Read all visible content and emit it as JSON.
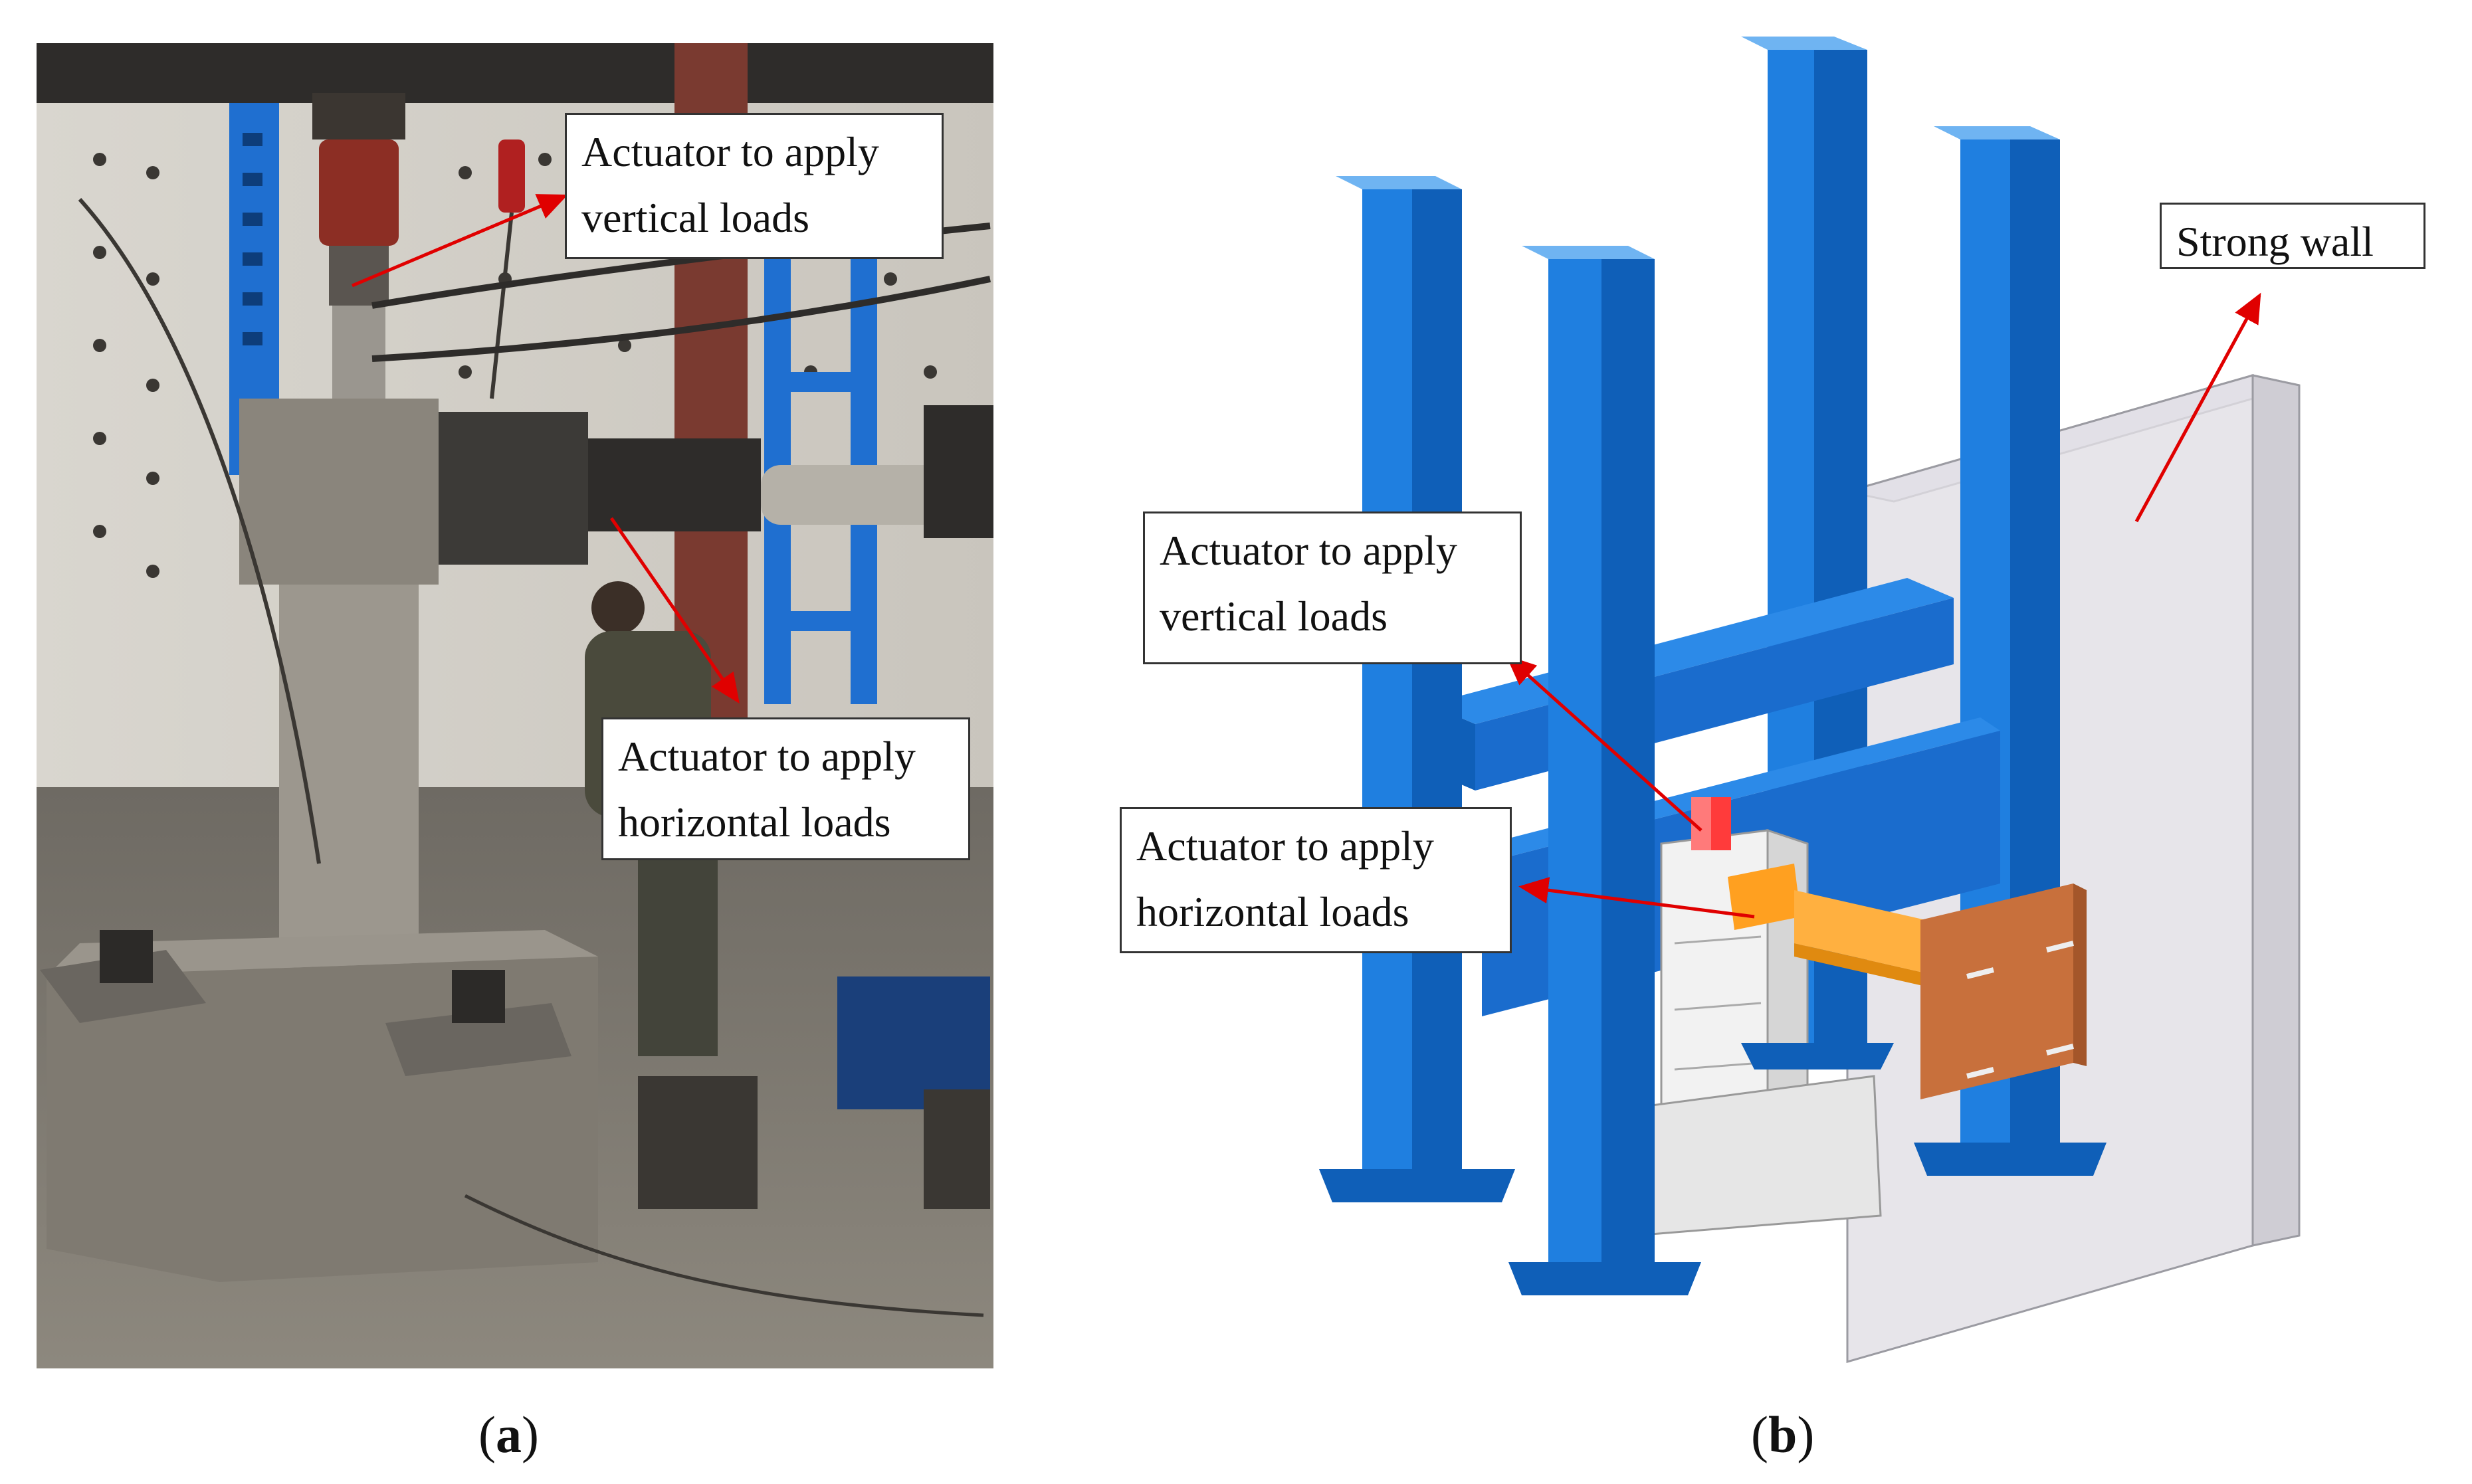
{
  "panel_a": {
    "callouts": {
      "vertical": [
        "Actuator to apply",
        "vertical loads"
      ],
      "horizontal": [
        "Actuator to apply",
        "horizontal loads"
      ]
    },
    "caption": {
      "open": "(",
      "letter": "a",
      "close": ")"
    }
  },
  "panel_b": {
    "callouts": {
      "strong_wall": [
        "Strong wall"
      ],
      "vertical": [
        "Actuator to apply",
        "vertical loads"
      ],
      "horizontal": [
        "Actuator to apply",
        "horizontal loads"
      ]
    },
    "caption": {
      "open": "(",
      "letter": "b",
      "close": ")"
    }
  },
  "colors": {
    "steel_blue": "#1f7fe0",
    "steel_blue_dark": "#0f5fb8",
    "arrow_red": "#e00000",
    "actuator_orange": "#ffa020",
    "plate_brown": "#c8703c",
    "wall_gray": "#d7d5dc",
    "concrete": "#8a857c"
  }
}
